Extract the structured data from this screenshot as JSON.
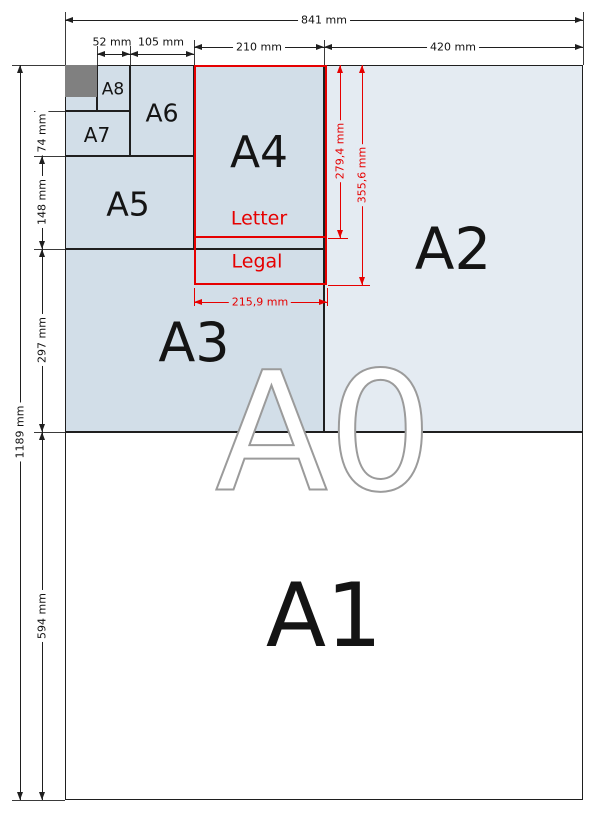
{
  "labels": {
    "a0": "A0",
    "a1": "A1",
    "a2": "A2",
    "a3": "A3",
    "a4": "A4",
    "a5": "A5",
    "a6": "A6",
    "a7": "A7",
    "a8": "A8",
    "letter": "Letter",
    "legal": "Legal"
  },
  "dims": {
    "total_width": "841 mm",
    "w52": "52 mm",
    "w105": "105 mm",
    "w210": "210 mm",
    "w420": "420 mm",
    "h74": "74 mm",
    "h148": "148 mm",
    "h297": "297 mm",
    "total_height": "1189 mm",
    "h594": "594 mm",
    "letter_height": "279,4 mm",
    "legal_height": "355,6 mm",
    "letter_width": "215,9 mm"
  },
  "colors": {
    "cell_blue": "#d2dee8",
    "cell_blue_light": "#e4ebf2",
    "dim_red": "#e60000",
    "gray_square": "#808080",
    "line_black": "#1f1f1f",
    "a0_outline": "#9b9b9b"
  }
}
